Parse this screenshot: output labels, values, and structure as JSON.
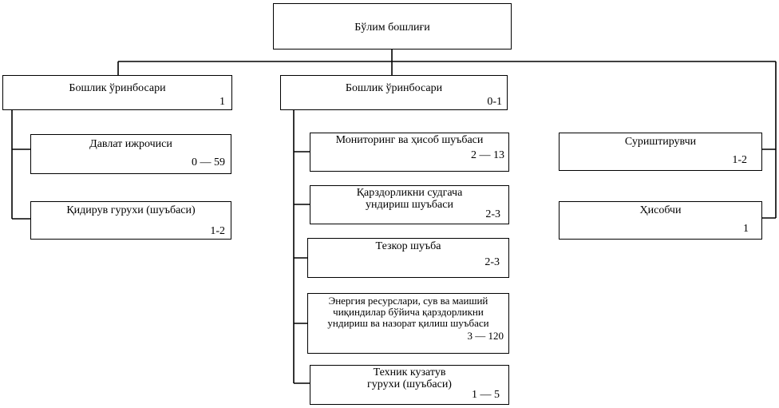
{
  "chart": {
    "root": {
      "title": "Бўлим бошлиғи"
    },
    "deputy_left": {
      "title": "Бошлик ўринбосари",
      "count": "1"
    },
    "deputy_center": {
      "title": "Бошлик ўринбосари",
      "count": "0-1"
    },
    "left_units": [
      {
        "title": "Давлат ижрочиси",
        "count": "0 — 59"
      },
      {
        "title": "Қидирув гурухи (шуъбаси)",
        "count": "1-2"
      }
    ],
    "center_units": [
      {
        "title": "Мониторинг ва ҳисоб шуъбаси",
        "count": "2 — 13"
      },
      {
        "title": "Қарздорликни судгача\nундириш шуъбаси",
        "count": "2-3"
      },
      {
        "title": "Тезкор шуъба",
        "count": "2-3"
      },
      {
        "title": "Энергия ресурслари, сув ва маиший\nчиқиндилар бўйича қарздорликни\nундириш ва назорат қилиш шуъбаси",
        "count": "3 — 120"
      },
      {
        "title": "Техник кузатув\nгурухи (шуъбаси)",
        "count": "1 — 5"
      }
    ],
    "right_units": [
      {
        "title": "Суриштирувчи",
        "count": "1-2"
      },
      {
        "title": "Ҳисобчи",
        "count": "1"
      }
    ]
  }
}
